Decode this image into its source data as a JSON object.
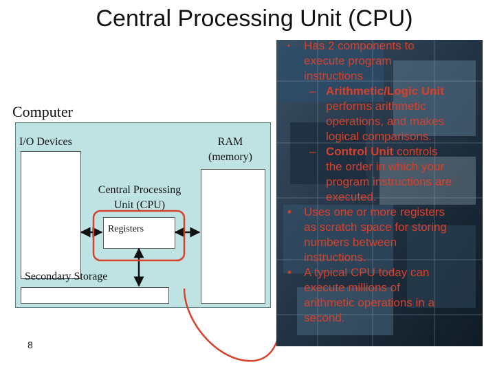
{
  "slide": {
    "title": "Central Processing Unit (CPU)",
    "page_number": "8"
  },
  "diagram": {
    "computer_label": "Computer",
    "io_devices_label": "I/O Devices",
    "ram_label_line1": "RAM",
    "ram_label_line2": "(memory)",
    "cpu_label_line1": "Central Processing",
    "cpu_label_line2": "Unit (CPU)",
    "registers_label": "Registers",
    "secondary_storage_label": "Secondary Storage",
    "highlight_color": "#d7412c",
    "box_fill_color": "#bfe3e3"
  },
  "bullets": {
    "b1_line1": "Has 2 components to",
    "b1_line2": "execute program",
    "b1_line3": "instructions",
    "s1_strong": "Arithmetic/Logic Unit",
    "s1_line2": "performs arithmetic",
    "s1_line3": "operations, and makes",
    "s1_line4": "logical comparisons.",
    "s2_strong": "Control Unit",
    "s2_rest": "controls",
    "s2_line2": "the order in which your",
    "s2_line3": "program instructions are",
    "s2_line4": "executed.",
    "b2_line1": "Uses one or more registers",
    "b2_line2": "as scratch space for storing",
    "b2_line3": "numbers between",
    "b2_line4": "instructions.",
    "b3_line1": "A typical CPU today can",
    "b3_line2": "execute millions of",
    "b3_line3": "arithmetic operations in a",
    "b3_line4": "second."
  }
}
